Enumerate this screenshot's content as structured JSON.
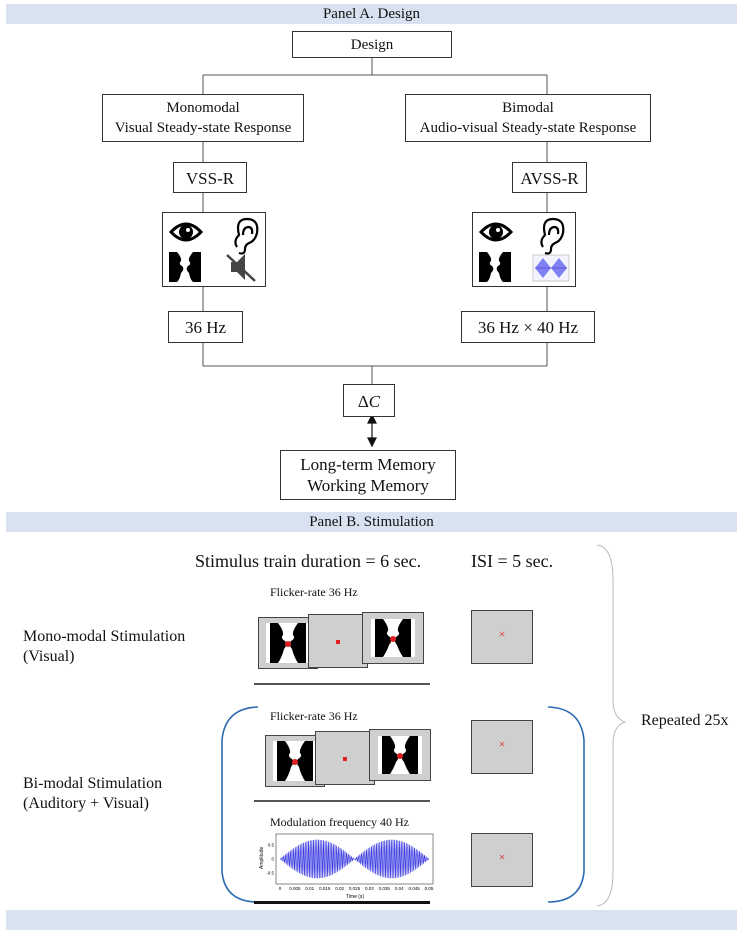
{
  "panel_a": {
    "title": "Panel A. Design",
    "design": "Design",
    "left_branch_line1": "Monomodal",
    "left_branch_line2": "Visual Steady-state Response",
    "right_branch_line1": "Bimodal",
    "right_branch_line2": "Audio-visual Steady-state Response",
    "left_label": "VSS-R",
    "right_label": "AVSS-R",
    "left_freq": "36 Hz",
    "right_freq": "36 Hz × 40 Hz",
    "delta_symbol": "Δ",
    "delta_var": "C",
    "memory_line1": "Long-term Memory",
    "memory_line2": "Working Memory"
  },
  "panel_b": {
    "title": "Panel B. Stimulation",
    "duration_text": "Stimulus train duration = 6 sec.",
    "isi_text": "ISI = 5 sec.",
    "mono_flicker": "Flicker-rate  36 Hz",
    "mono_label_line1": "Mono-modal Stimulation",
    "mono_label_line2": "(Visual)",
    "bi_flicker": "Flicker-rate  36 Hz",
    "bi_label_line1": "Bi-modal Stimulation",
    "bi_label_line2": "(Auditory + Visual)",
    "modulation_text": "Modulation  frequency 40 Hz",
    "repeated_text": "Repeated 25x",
    "fixation_mark": "×",
    "wave_ylabel": "Amplitude",
    "wave_xlabel": "Time (s)",
    "wave_xticks": [
      "0",
      "0.005",
      "0.01",
      "0.015",
      "0.02",
      "0.025",
      "0.03",
      "0.035",
      "0.04",
      "0.045",
      "0.05"
    ],
    "wave_yticks": [
      "0.5",
      "0",
      "-0.5"
    ]
  },
  "colors": {
    "panel_bar": "#d9e2f0",
    "brace": "#2e6bb3",
    "wave": "#3a3ae0",
    "fixation": "#e02020"
  }
}
